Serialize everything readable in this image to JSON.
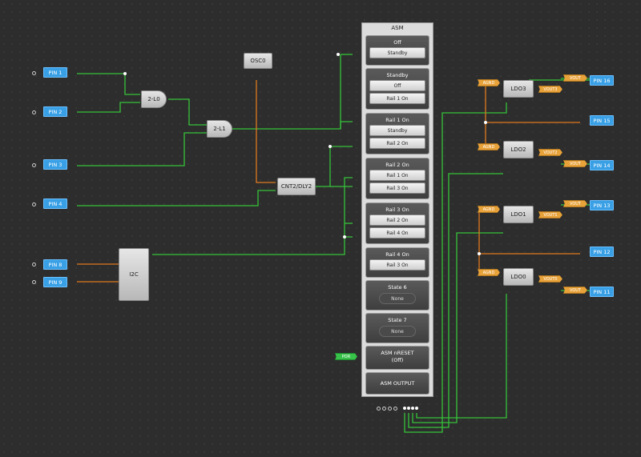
{
  "pins_left": [
    {
      "id": "pin1",
      "label": "PIN 1"
    },
    {
      "id": "pin2",
      "label": "PIN 2"
    },
    {
      "id": "pin3",
      "label": "PIN 3"
    },
    {
      "id": "pin4",
      "label": "PIN 4"
    },
    {
      "id": "pin8",
      "label": "PIN 8"
    },
    {
      "id": "pin9",
      "label": "PIN 9"
    }
  ],
  "pins_right": [
    {
      "id": "pin16",
      "label": "PIN 16"
    },
    {
      "id": "pin15",
      "label": "PIN 15"
    },
    {
      "id": "pin14",
      "label": "PIN 14"
    },
    {
      "id": "pin13",
      "label": "PIN 13"
    },
    {
      "id": "pin12",
      "label": "PIN 12"
    },
    {
      "id": "pin11",
      "label": "PIN 11"
    }
  ],
  "blocks": {
    "lut0": "2-L0",
    "lut1": "2-L1",
    "osc": "OSC0",
    "cnt": "CNT2/DLY2",
    "i2c": "I2C",
    "ldo3": "LDO3",
    "ldo2": "LDO2",
    "ldo1": "LDO1",
    "ldo0": "LDO0"
  },
  "tags": {
    "agnd": "AGND",
    "vout": "VOUT",
    "vout3": "VOUT3",
    "vout2": "VOUT2",
    "vout1": "VOUT1",
    "vout0": "VOUT0",
    "por": "POR"
  },
  "asm": {
    "title": "ASM",
    "states": [
      {
        "name": "Off",
        "transitions": [
          "Standby"
        ]
      },
      {
        "name": "Standby",
        "transitions": [
          "Off",
          "Rail 1 On"
        ]
      },
      {
        "name": "Rail 1 On",
        "transitions": [
          "Standby",
          "Rail 2 On"
        ]
      },
      {
        "name": "Rail 2 On",
        "transitions": [
          "Rail 1 On",
          "Rail 3 On"
        ]
      },
      {
        "name": "Rail 3 On",
        "transitions": [
          "Rail 2 On",
          "Rail 4 On"
        ]
      },
      {
        "name": "Rail 4 On",
        "transitions": [
          "Rail 3 On"
        ]
      },
      {
        "name": "State 6",
        "transitions": [
          "None"
        ]
      },
      {
        "name": "State 7",
        "transitions": [
          "None"
        ]
      }
    ],
    "reset_label": "ASM nRESET",
    "reset_value": "(Off)",
    "output_label": "ASM OUTPUT"
  },
  "colors": {
    "wire_green": "#35c23a",
    "wire_orange": "#e07a1e",
    "pin_blue": "#39a0e6",
    "tag_orange": "#e8a23a"
  }
}
